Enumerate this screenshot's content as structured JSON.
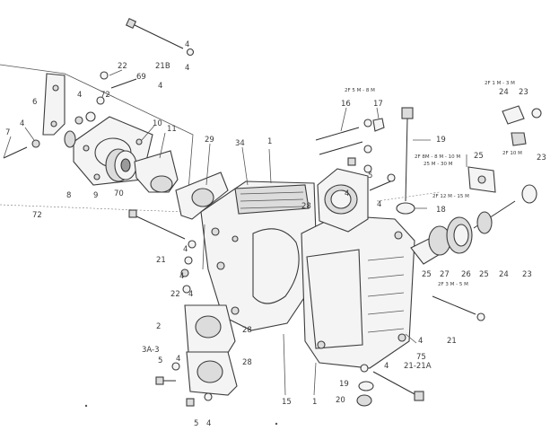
{
  "callouts": [
    {
      "id": "l-4-top",
      "text": "4"
    },
    {
      "id": "l-22-top",
      "text": "22"
    },
    {
      "id": "l-21b",
      "text": "21B"
    },
    {
      "id": "l-4-top2",
      "text": "4"
    },
    {
      "id": "l-69",
      "text": "69"
    },
    {
      "id": "l-4-top3",
      "text": "4"
    },
    {
      "id": "l-6",
      "text": "6"
    },
    {
      "id": "l-4-left1",
      "text": "4"
    },
    {
      "id": "l-72-top",
      "text": "72"
    },
    {
      "id": "l-4-left2",
      "text": "4"
    },
    {
      "id": "l-7",
      "text": "7"
    },
    {
      "id": "l-10",
      "text": "10"
    },
    {
      "id": "l-11",
      "text": "11"
    },
    {
      "id": "l-8",
      "text": "8"
    },
    {
      "id": "l-9",
      "text": "9"
    },
    {
      "id": "l-70",
      "text": "70"
    },
    {
      "id": "l-72-bottom",
      "text": "72"
    },
    {
      "id": "l-29",
      "text": "29"
    },
    {
      "id": "l-34",
      "text": "34"
    },
    {
      "id": "l-1-top",
      "text": "1"
    },
    {
      "id": "l-16",
      "text": "16"
    },
    {
      "id": "l-17",
      "text": "17"
    },
    {
      "id": "l-19",
      "text": "19"
    },
    {
      "id": "l-24-r1",
      "text": "24"
    },
    {
      "id": "l-23-r1",
      "text": "23"
    },
    {
      "id": "l-25-r1",
      "text": "25"
    },
    {
      "id": "l-23-r2",
      "text": "23"
    },
    {
      "id": "l-5-mid",
      "text": "5"
    },
    {
      "id": "l-4-mid",
      "text": "4"
    },
    {
      "id": "l-28-mid",
      "text": "28"
    },
    {
      "id": "l-4-mid2",
      "text": "4"
    },
    {
      "id": "l-18",
      "text": "18"
    },
    {
      "id": "l-21-left",
      "text": "21"
    },
    {
      "id": "l-4-left3",
      "text": "4"
    },
    {
      "id": "l-4-left4",
      "text": "4"
    },
    {
      "id": "l-22-left",
      "text": "22"
    },
    {
      "id": "l-4-left5",
      "text": "4"
    },
    {
      "id": "l-25-r3",
      "text": "25"
    },
    {
      "id": "l-27",
      "text": "27"
    },
    {
      "id": "l-26",
      "text": "26"
    },
    {
      "id": "l-25-r4",
      "text": "25"
    },
    {
      "id": "l-24-r2",
      "text": "24"
    },
    {
      "id": "l-23-r3",
      "text": "23"
    },
    {
      "id": "l-2",
      "text": "2"
    },
    {
      "id": "l-28-lower",
      "text": "28"
    },
    {
      "id": "l-3a3",
      "text": "3A-3"
    },
    {
      "id": "l-5-lowleft",
      "text": "5"
    },
    {
      "id": "l-4-lowleft",
      "text": "4"
    },
    {
      "id": "l-28-bottom",
      "text": "28"
    },
    {
      "id": "l-5-bottom",
      "text": "5"
    },
    {
      "id": "l-4-bottom",
      "text": "4"
    },
    {
      "id": "l-15",
      "text": "15"
    },
    {
      "id": "l-1-bottom",
      "text": "1"
    },
    {
      "id": "l-4-low-r",
      "text": "4"
    },
    {
      "id": "l-75",
      "text": "75"
    },
    {
      "id": "l-21-right",
      "text": "21"
    },
    {
      "id": "l-4-low-r2",
      "text": "4"
    },
    {
      "id": "l-21-21a",
      "text": "21-21A"
    },
    {
      "id": "l-19-low",
      "text": "19"
    },
    {
      "id": "l-20",
      "text": "20"
    }
  ],
  "small_notes": [
    {
      "id": "n-2f5m",
      "text": "2F 5 M - 8 M"
    },
    {
      "id": "n-2f1",
      "text": "2F 1 M - 3 M"
    },
    {
      "id": "n-2f8m",
      "text": "2F 8M - 8 M - 10 M"
    },
    {
      "id": "n-2f8m-b",
      "text": "25 M - 30 M"
    },
    {
      "id": "n-2f12m",
      "text": "2F 12 M - 15 M"
    },
    {
      "id": "n-2f3m",
      "text": "2F 3 M - 5 M"
    },
    {
      "id": "n-2f10",
      "text": "2F 10 M"
    }
  ]
}
